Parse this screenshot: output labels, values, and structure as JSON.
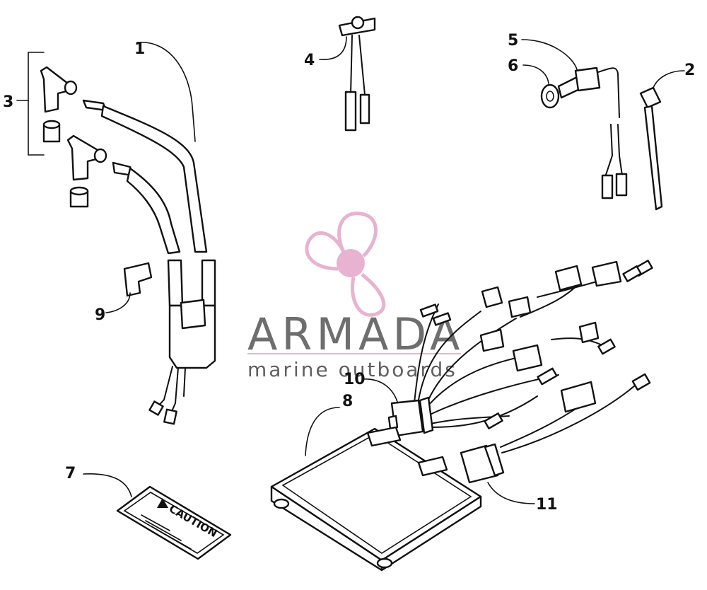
{
  "diagram": {
    "callouts": [
      "1",
      "2",
      "3",
      "4",
      "5",
      "6",
      "7",
      "8",
      "9",
      "10",
      "11"
    ],
    "caution_label": "CAUTION"
  },
  "watermark": {
    "brand": "ARMADA",
    "tagline": "marine outboards",
    "logo": "propeller-logo",
    "color": "#e3a6c8"
  }
}
